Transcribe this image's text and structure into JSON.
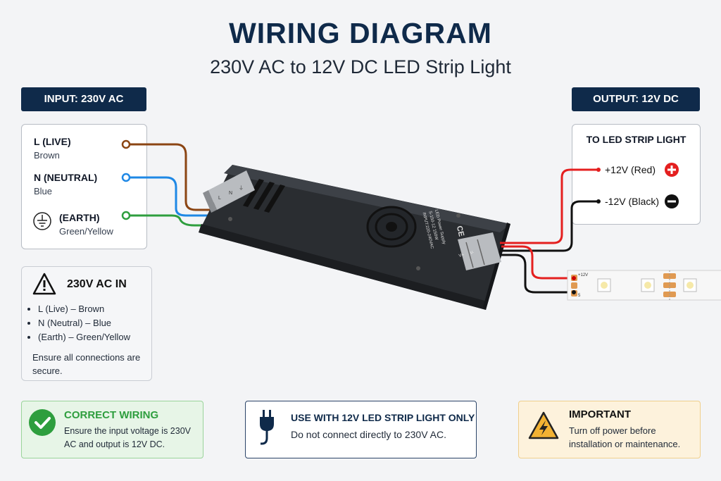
{
  "header": {
    "title": "WIRING DIAGRAM",
    "subtitle": "230V AC to 12V DC LED Strip Light"
  },
  "input": {
    "tag": "INPUT: 230V AC",
    "terminals": [
      {
        "label": "L (LIVE)",
        "color_name": "Brown",
        "wire_color": "#8b4513"
      },
      {
        "label": "N (NEUTRAL)",
        "color_name": "Blue",
        "wire_color": "#1e88e5"
      },
      {
        "label": "(EARTH)",
        "color_name": "Green/Yellow",
        "wire_color": "#2e9e3e",
        "icon": "earth-ground-icon"
      }
    ]
  },
  "output": {
    "tag": "OUTPUT: 12V DC",
    "panel_title": "TO LED STRIP LIGHT",
    "terminals": [
      {
        "label": "+12V (Red)",
        "wire_color": "#e41f1f",
        "icon": "plus-circle-icon"
      },
      {
        "label": "-12V (Black)",
        "wire_color": "#111111",
        "icon": "minus-circle-icon"
      }
    ]
  },
  "info_panel": {
    "title": "230V AC IN",
    "icon": "warning-triangle-icon",
    "items": [
      "L (Live) – Brown",
      "N (Neutral) – Blue",
      "(Earth) – Green/Yellow"
    ],
    "note": "Ensure all connections are secure."
  },
  "power_supply": {
    "label_line1": "LED Power Supply",
    "label_line2": "S-150-12  150W",
    "label_line3": "INPUT:220-240VAC",
    "ce_mark": "CE",
    "terminal_marks": [
      "L",
      "N",
      "⏚"
    ],
    "output_marks": [
      "V+",
      "V-"
    ]
  },
  "led_strip": {
    "pad_top": "+12V",
    "pad_bottom": "5"
  },
  "bottom_boxes": [
    {
      "title": "CORRECT WIRING",
      "text": "Ensure the input voltage is 230V AC and output is 12V DC.",
      "icon": "check-circle-icon",
      "accent": "#2e9e3e"
    },
    {
      "title": "USE WITH 12V LED STRIP LIGHT ONLY",
      "text": "Do not connect directly to 230V AC.",
      "icon": "power-plug-icon",
      "accent": "#0f2a4a"
    },
    {
      "title": "IMPORTANT",
      "text": "Turn off power before installation or maintenance.",
      "icon": "high-voltage-warning-icon",
      "accent": "#f2b233"
    }
  ]
}
